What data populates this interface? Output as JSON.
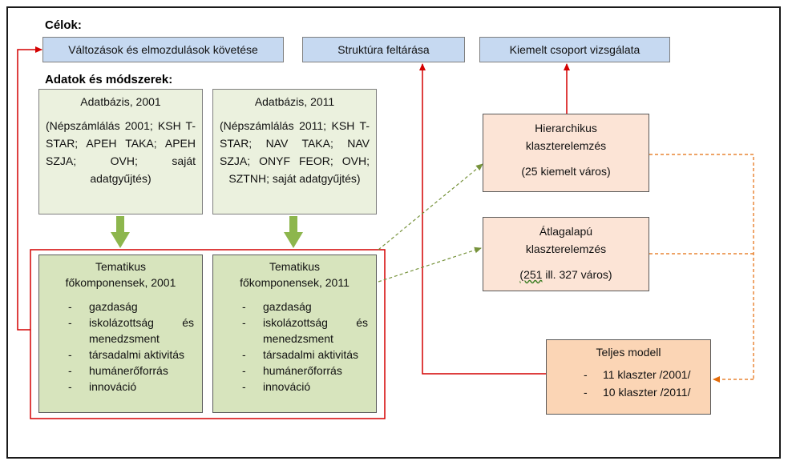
{
  "headers": {
    "goals": "Célok:",
    "methods": "Adatok és módszerek:"
  },
  "goals": [
    "Változások és elmozdulások követése",
    "Struktúra feltárása",
    "Kiemelt csoport vizsgálata"
  ],
  "databases": [
    {
      "title": "Adatbázis, 2001",
      "body": "(Népszámlálás 2001; KSH T-STAR; APEH TAKA; APEH SZJA; OVH; saját adatgyűjtés)"
    },
    {
      "title": "Adatbázis, 2011",
      "body": "(Népszámlálás 2011; KSH T-STAR; NAV TAKA; NAV SZJA; ONYF FEOR; OVH; SZTNH; saját adatgyűjtés)"
    }
  ],
  "components": [
    {
      "title_line1": "Tematikus",
      "title_line2": "főkomponensek, 2001",
      "items": [
        "gazdaság",
        "iskolázottság és menedzsment",
        "társadalmi aktivitás",
        "humánerőforrás",
        "innováció"
      ]
    },
    {
      "title_line1": "Tematikus",
      "title_line2": "főkomponensek, 2011",
      "items": [
        "gazdaság",
        "iskolázottság és menedzsment",
        "társadalmi aktivitás",
        "humánerőforrás",
        "innováció"
      ]
    }
  ],
  "dash": "-",
  "methods": [
    {
      "line1": "Hierarchikus",
      "line2": "klaszterelemzés",
      "note": "(25 kiemelt város)"
    },
    {
      "line1": "Átlagalapú",
      "line2": "klaszterelemzés",
      "note_part1": "(251",
      "note_part2": " ill. 327 város)"
    }
  ],
  "full_model": {
    "title": "Teljes modell",
    "items": [
      "11 klaszter /2001/",
      "10 klaszter /2011/"
    ]
  },
  "colors": {
    "goal_fill": "#c6d9f1",
    "database_fill": "#ebf1de",
    "component_fill": "#d7e4bd",
    "method_fill": "#fce4d6",
    "full_model_fill": "#fbd5b5",
    "red_arrow": "#d40000",
    "green_arrow": "#8db64d",
    "dashed_green": "#77933c",
    "dashed_orange": "#e46c0a"
  }
}
